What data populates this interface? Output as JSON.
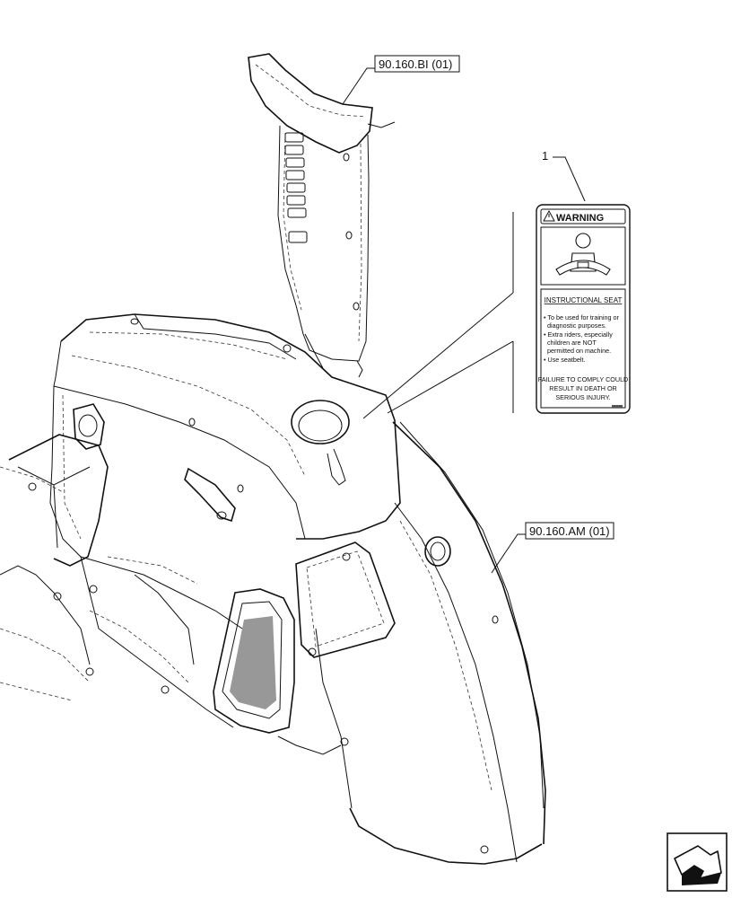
{
  "callouts": {
    "ref_top": "90.160.BI (01)",
    "ref_right": "90.160.AM (01)",
    "item_number": "1"
  },
  "warning_label": {
    "header": "WARNING",
    "title": "INSTRUCTIONAL SEAT",
    "bullets": [
      "• To be used for training or",
      "diagnostic purposes.",
      "• Extra riders, especially",
      "children are NOT",
      "permitted on machine.",
      "• Use seatbelt."
    ],
    "footer": [
      "FAILURE TO COMPLY COULD",
      "RESULT IN DEATH OR",
      "SERIOUS INJURY."
    ]
  },
  "icons": {
    "nav": "next-page-arrow-icon",
    "alert": "warning-triangle-icon",
    "seatbelt": "seatbelt-person-icon"
  }
}
